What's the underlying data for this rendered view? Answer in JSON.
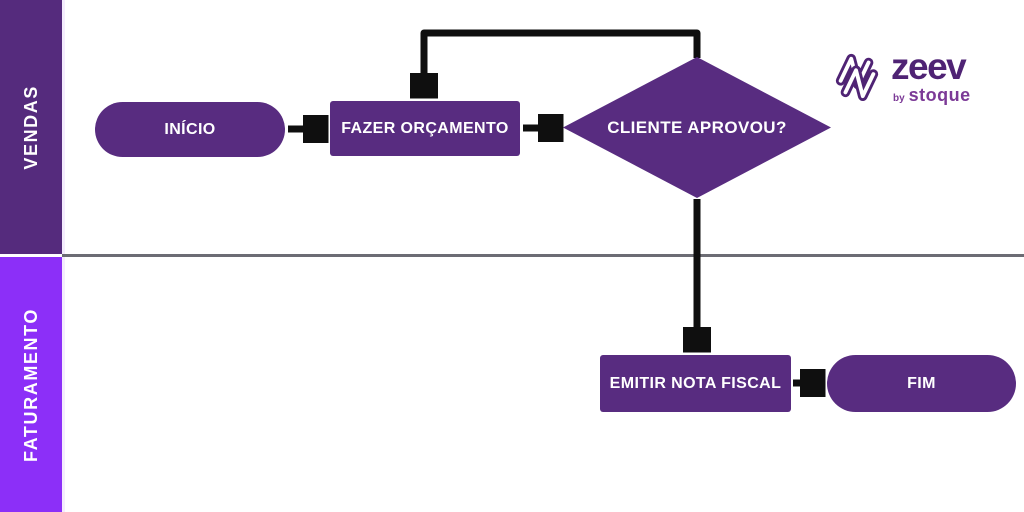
{
  "diagram": {
    "title_hint": "swimlane-flowchart",
    "lanes": [
      {
        "id": "vendas",
        "label": "VENDAS",
        "color": "#552B7D"
      },
      {
        "id": "faturamento",
        "label": "FATURAMENTO",
        "color": "#8C2FF8"
      }
    ],
    "nodes": {
      "start": {
        "label": "INÍCIO",
        "type": "terminator",
        "lane": "vendas"
      },
      "make_quote": {
        "label": "FAZER ORÇAMENTO",
        "type": "task",
        "lane": "vendas"
      },
      "decision": {
        "label": "CLIENTE APROVOU?",
        "type": "decision",
        "lane": "vendas"
      },
      "issue_invoice": {
        "label": "EMITIR NOTA FISCAL",
        "type": "task",
        "lane": "faturamento"
      },
      "end": {
        "label": "FIM",
        "type": "terminator",
        "lane": "faturamento"
      }
    },
    "edges": [
      {
        "from": "start",
        "to": "make_quote"
      },
      {
        "from": "make_quote",
        "to": "decision"
      },
      {
        "from": "decision",
        "to": "make_quote",
        "route": "loop-over-top"
      },
      {
        "from": "decision",
        "to": "issue_invoice"
      },
      {
        "from": "issue_invoice",
        "to": "end"
      }
    ]
  },
  "logo": {
    "brand": "zeev",
    "byline_by": "by",
    "byline_company": "stoque"
  },
  "colors": {
    "node_fill": "#582C80",
    "lane_vendas": "#552B7D",
    "lane_faturamento": "#8C2FF8",
    "lane_divider": "#6C6C74",
    "arrow": "#0F0F0F",
    "text_on_fill": "#FFFFFF",
    "logo_primary": "#4F2374",
    "logo_secondary": "#7C3A97",
    "background": "#FFFFFF"
  }
}
